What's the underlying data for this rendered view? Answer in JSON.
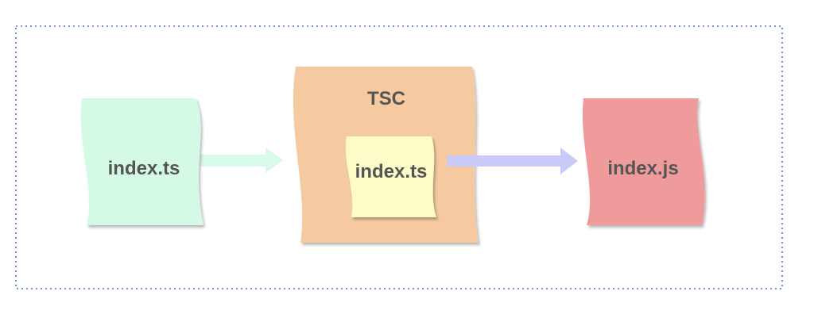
{
  "nodes": {
    "source": {
      "label": "index.ts",
      "fill": "#d4fae6"
    },
    "compiler": {
      "label": "TSC",
      "fill": "#f6caa0"
    },
    "inner": {
      "label": "index.ts",
      "fill": "#fdfcc9"
    },
    "output": {
      "label": "index.js",
      "fill": "#f09b9b"
    }
  },
  "arrows": {
    "source_to_compiler": {
      "color": "#d7fae9"
    },
    "compiler_to_output": {
      "color": "#c9caf8"
    }
  },
  "frame": {
    "border_color": "#4a6fd6",
    "style": "dotted"
  }
}
